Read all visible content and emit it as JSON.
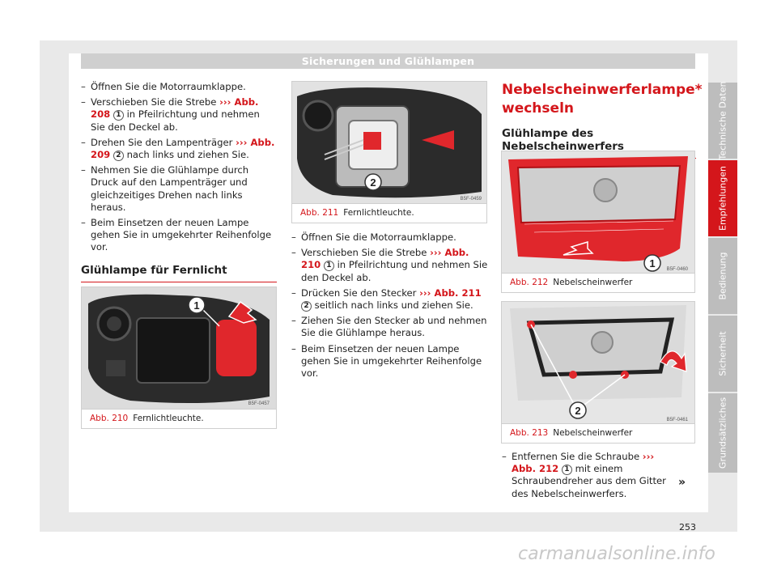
{
  "header": {
    "title": "Sicherungen und Glühlampen"
  },
  "left_col": {
    "steps": [
      {
        "text": "Öffnen Sie die Motorraumklappe."
      },
      {
        "pre": "Verschieben Sie die Strebe ",
        "ref": "››› Abb. 208",
        "num": "1",
        "post": " in Pfeilrichtung und nehmen Sie den Deckel ab."
      },
      {
        "pre": "Drehen Sie den Lampenträger ",
        "ref": "››› Abb. 209",
        "num": "2",
        "post": " nach links und ziehen Sie."
      },
      {
        "text": "Nehmen Sie die Glühlampe durch Druck auf den Lampenträger und gleichzeitiges Drehen nach links heraus."
      },
      {
        "text": "Beim Einsetzen der neuen Lampe gehen Sie in umgekehrter Reihenfolge vor."
      }
    ],
    "subheading": "Glühlampe für Fernlicht",
    "figure": {
      "abb": "Abb. 210",
      "caption": "Fernlichtleuchte.",
      "code": "B5F-0457",
      "callout": "1"
    }
  },
  "mid_col": {
    "figure": {
      "abb": "Abb. 211",
      "caption": "Fernlichtleuchte.",
      "code": "B5F-0459",
      "callout": "2"
    },
    "steps": [
      {
        "text": "Öffnen Sie die Motorraumklappe."
      },
      {
        "pre": "Verschieben Sie die Strebe ",
        "ref": "››› Abb. 210",
        "num": "1",
        "post": " in Pfeilrichtung und nehmen Sie den Deckel ab."
      },
      {
        "pre": "Drücken Sie den Stecker ",
        "ref": "››› Abb. 211",
        "num": "2",
        "post": " seitlich nach links und ziehen Sie."
      },
      {
        "text": "Ziehen Sie den Stecker ab und nehmen Sie die Glühlampe heraus."
      },
      {
        "text": "Beim Einsetzen der neuen Lampe gehen Sie in umgekehrter Reihenfolge vor."
      }
    ]
  },
  "right_col": {
    "title": "Nebelscheinwerferlampe* wechseln",
    "subheading": "Glühlampe des Nebelscheinwerfers",
    "figure1": {
      "abb": "Abb. 212",
      "caption": "Nebelscheinwerfer",
      "code": "B5F-0460",
      "callout": "1"
    },
    "figure2": {
      "abb": "Abb. 213",
      "caption": "Nebelscheinwerfer",
      "code": "B5F-0461",
      "callout": "2"
    },
    "steps": [
      {
        "pre": "Entfernen Sie die Schraube ",
        "ref": "››› Abb. 212",
        "num": "1",
        "post": " mit einem Schraubendreher aus dem Gitter des Nebelscheinwerfers."
      }
    ],
    "continue_mark": "»"
  },
  "side_tabs": [
    {
      "label": "Technische Daten",
      "active": false
    },
    {
      "label": "Empfehlungen",
      "active": true
    },
    {
      "label": "Bedienung",
      "active": false
    },
    {
      "label": "Sicherheit",
      "active": false
    },
    {
      "label": "Grundsätzliches",
      "active": false
    }
  ],
  "page_number": "253",
  "watermark": "carmanualsonline.info",
  "colors": {
    "accent": "#d4161b",
    "tab_gray": "#bdbdbd",
    "header_gray": "#cfcfcf"
  }
}
